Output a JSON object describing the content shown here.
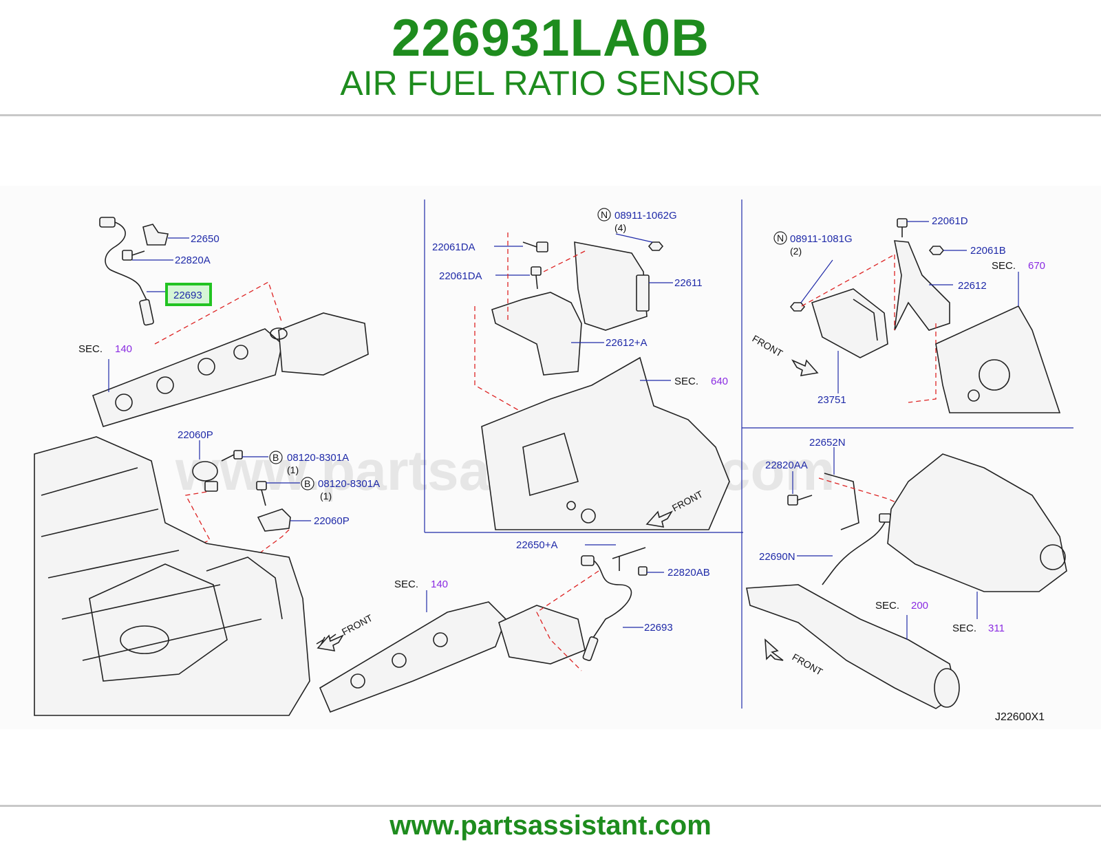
{
  "header": {
    "part_number": "226931LA0B",
    "part_name": "AIR FUEL RATIO SENSOR"
  },
  "footer": {
    "url": "www.partsassistant.com"
  },
  "diagram": {
    "code": "J22600X1",
    "watermark": "www.partsassistant.com",
    "highlight_color": "#22c322",
    "title_color": "#1e8c1e",
    "labels": {
      "l22650": "22650",
      "l22820A": "22820A",
      "l22693_top": "22693",
      "l22060P_a": "22060P",
      "l08120_a": "08120-8301A",
      "l08120_a_qty": "(1)",
      "l08120_b": "08120-8301A",
      "l08120_b_qty": "(1)",
      "l22060P_b": "22060P",
      "l22061DA_a": "22061DA",
      "l22061DA_b": "22061DA",
      "l08911_1062G": "08911-1062G",
      "l08911_1062G_qty": "(4)",
      "l22611": "22611",
      "l22612A": "22612+A",
      "l22650A": "22650+A",
      "l22820AB": "22820AB",
      "l22693_bottom": "22693",
      "l08911_1081G": "08911-1081G",
      "l08911_1081G_qty": "(2)",
      "l22061D": "22061D",
      "l22061B": "22061B",
      "l22612": "22612",
      "l23751": "23751",
      "l22652N": "22652N",
      "l22820AA": "22820AA",
      "l22690N": "22690N"
    },
    "badges": {
      "n1": "N",
      "n2": "N",
      "b1": "B",
      "b2": "B"
    },
    "sections": {
      "sec_word": "SEC.",
      "s140_top": "140",
      "s140_bottom": "140",
      "s640": "640",
      "s670": "670",
      "s200": "200",
      "s311": "311"
    },
    "front": "FRONT"
  }
}
